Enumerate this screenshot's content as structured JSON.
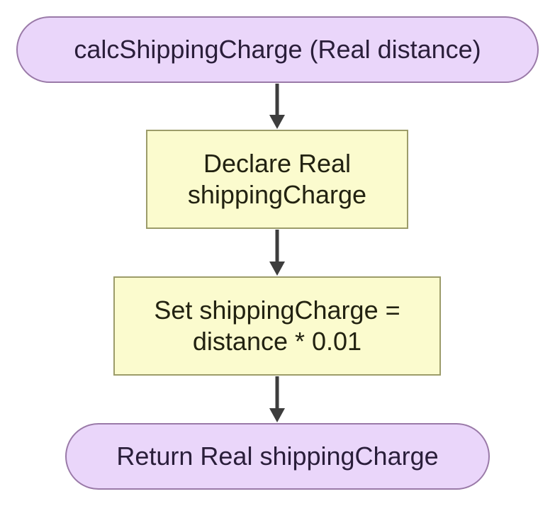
{
  "diagram": {
    "colors": {
      "terminal_fill": "#ead6fa",
      "terminal_border": "#9a7aa8",
      "process_fill": "#fbfbce",
      "process_border": "#9c9c6a",
      "edge": "#3d3d3d"
    },
    "nodes": [
      {
        "id": "start",
        "shape": "terminal",
        "label": "calcShippingCharge (Real distance)"
      },
      {
        "id": "declare",
        "shape": "process",
        "label": "Declare Real\nshippingCharge"
      },
      {
        "id": "assign",
        "shape": "process",
        "label": "Set shippingCharge =\ndistance * 0.01"
      },
      {
        "id": "end",
        "shape": "terminal",
        "label": "Return Real shippingCharge"
      }
    ],
    "edges": [
      {
        "from": "start",
        "to": "declare"
      },
      {
        "from": "declare",
        "to": "assign"
      },
      {
        "from": "assign",
        "to": "end"
      }
    ]
  }
}
